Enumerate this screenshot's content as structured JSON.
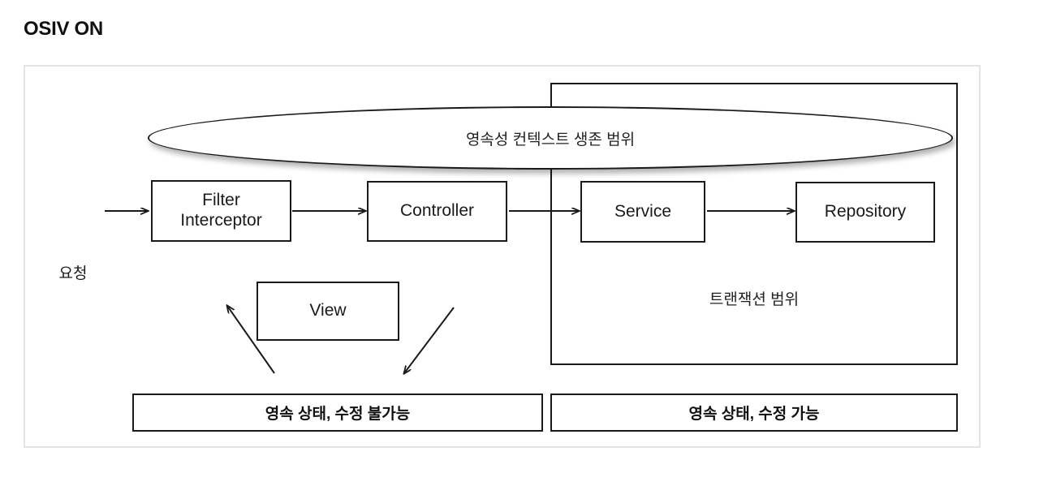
{
  "page": {
    "title": "OSIV ON",
    "background_color": "#ffffff",
    "text_color": "#111111"
  },
  "diagram": {
    "card_border_color": "#e4e4e4",
    "stroke_color": "#1a1a1a",
    "request_label": "요청",
    "persistence_scope_label": "영속성 컨텍스트 생존 범위",
    "transaction_scope_label": "트랜잭션 범위",
    "nodes": [
      {
        "id": "filter-interceptor",
        "label": "Filter\nInterceptor"
      },
      {
        "id": "controller",
        "label": "Controller"
      },
      {
        "id": "service",
        "label": "Service"
      },
      {
        "id": "repository",
        "label": "Repository"
      },
      {
        "id": "view",
        "label": "View"
      }
    ],
    "legend": [
      {
        "id": "readonly",
        "label": "영속 상태, 수정 불가능"
      },
      {
        "id": "writable",
        "label": "영속 상태, 수정 가능"
      }
    ]
  }
}
